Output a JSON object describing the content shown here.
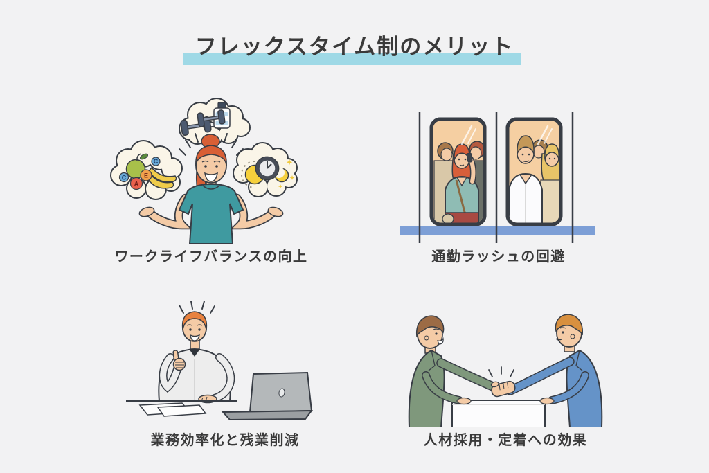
{
  "page": {
    "title": "フレックスタイム制のメリット",
    "background_color": "#f2f2f3",
    "text_color": "#3a3a3a",
    "title_highlight_color": "#9fd9e6"
  },
  "sections": [
    {
      "label": "ワークライフバランスの向上",
      "illustration": "woman-with-thought-clouds-of-food-exercise-and-time",
      "cloud_color": "#faf5e8",
      "shirt_color": "#3f9aa0"
    },
    {
      "label": "通勤ラッシュの回避",
      "illustration": "crowded-commuter-train-windows",
      "train_stripe_color": "#7d9fd6",
      "window_color": "#f5cfa2"
    },
    {
      "label": "業務効率化と残業削減",
      "illustration": "man-giving-thumbs-up-at-desk-with-laptop"
    },
    {
      "label": "人材採用・定着への効果",
      "illustration": "two-businessmen-handshake-over-table",
      "jacket_colors": [
        "#7f987c",
        "#6593c8"
      ]
    }
  ],
  "illustrations": {
    "vitamin_letters": [
      "C",
      "E",
      "A",
      "C"
    ]
  }
}
